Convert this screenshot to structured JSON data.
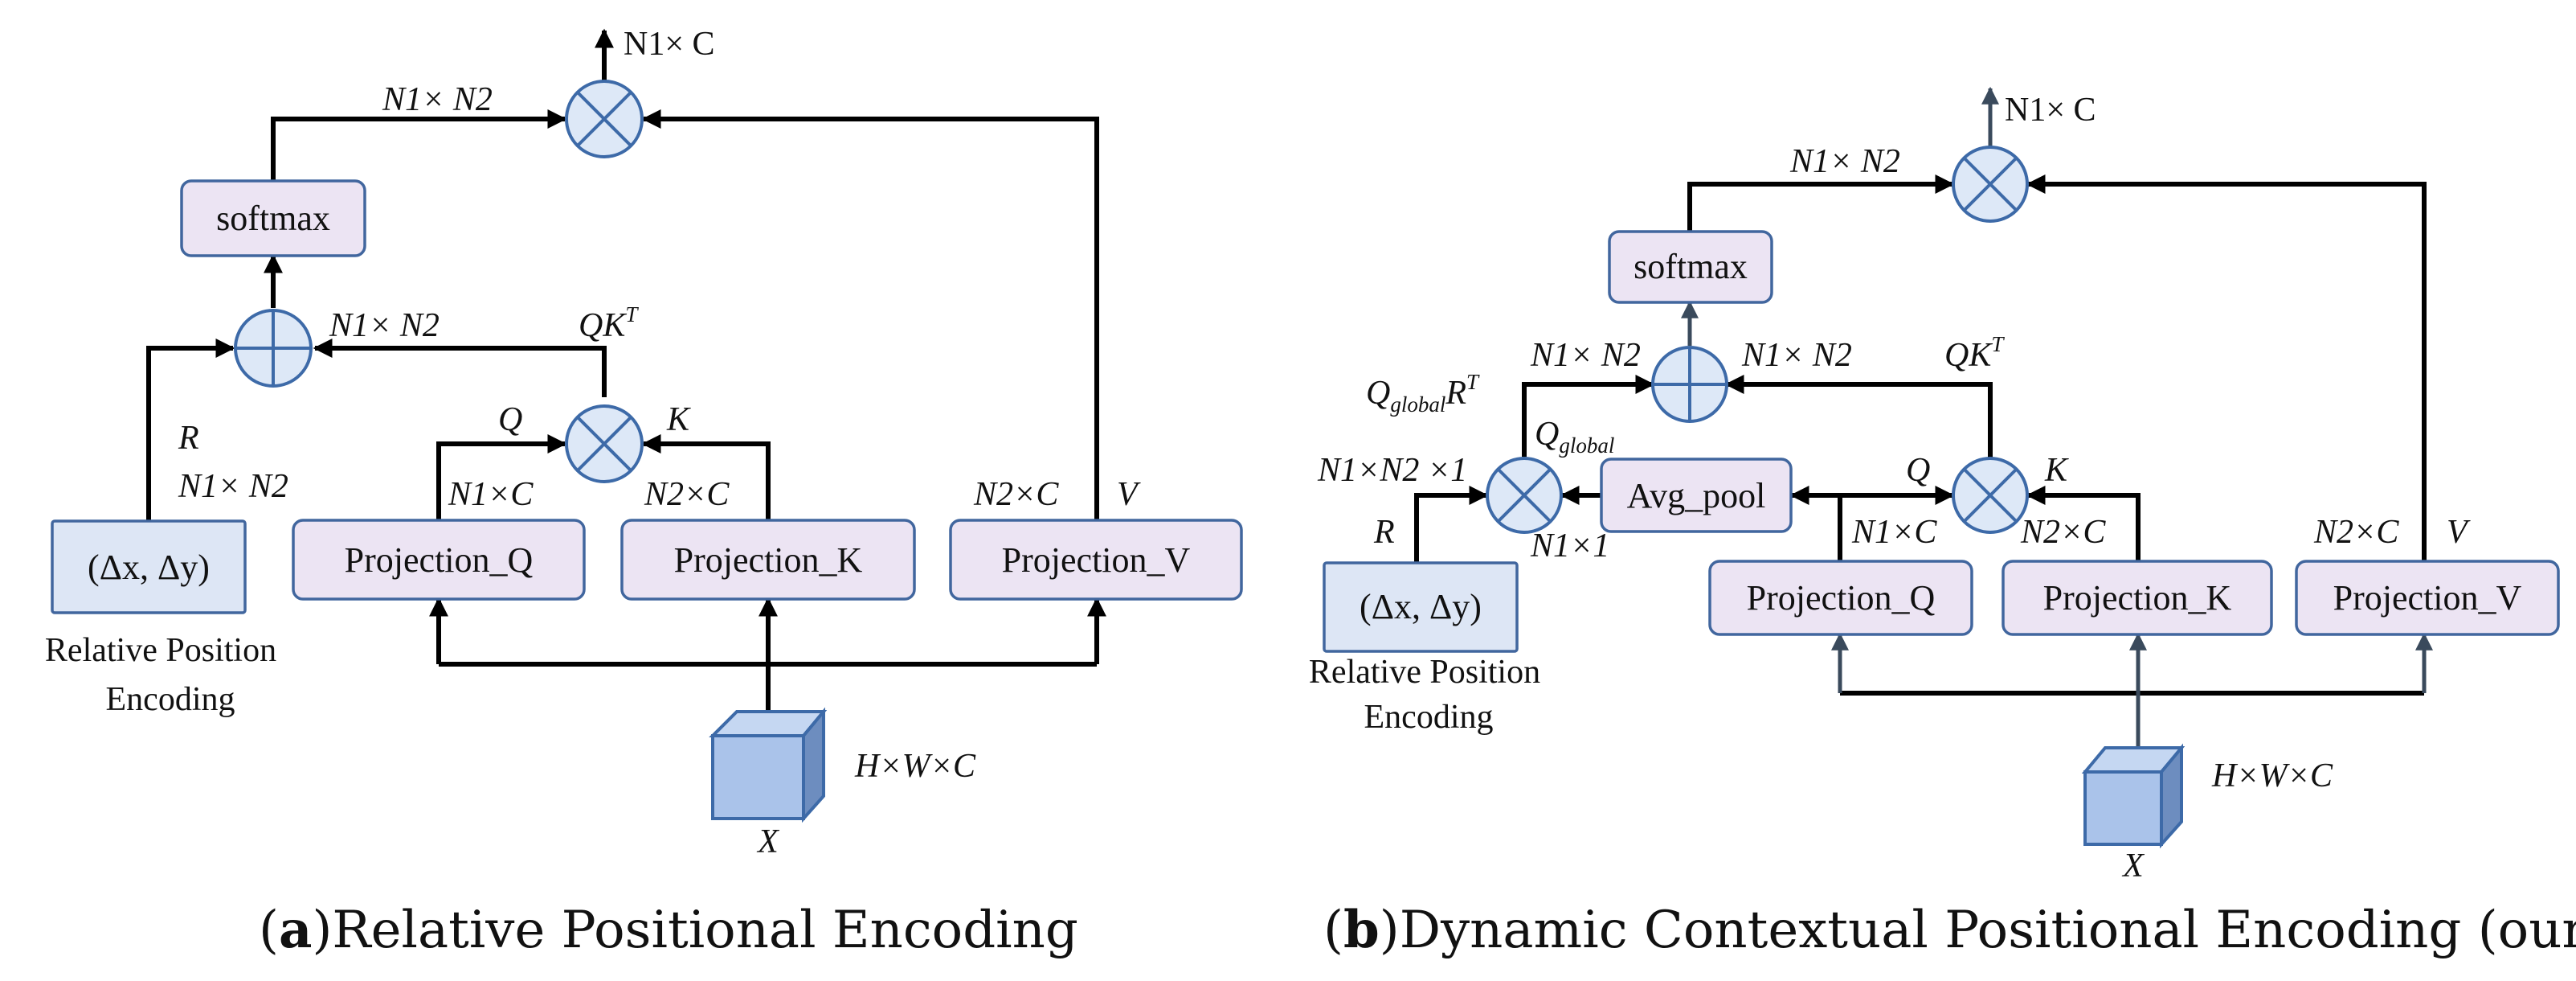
{
  "panel_a": {
    "softmax": "softmax",
    "rpe_box": "(Δx, Δy)",
    "rpe_caption_1": "Relative Position",
    "rpe_caption_2": "Encoding",
    "proj_q": "Projection_Q",
    "proj_k": "Projection_K",
    "proj_v": "Projection_V",
    "out_main": "N1× C",
    "label_n1n2_top": "N1× N2",
    "label_n1n2_plus": "N1× N2",
    "label_qkt": "QK",
    "label_qkt_sup": "T",
    "label_q": "Q",
    "label_k": "K",
    "label_r": "R",
    "label_r_dim": "N1× N2",
    "label_n1c": "N1×C",
    "label_n2c_k": "N2×C",
    "label_n2c_v": "N2×C",
    "label_v": "V",
    "label_hwc": "H×W×C",
    "label_x": "X",
    "caption_letter": "a",
    "caption_text": "Relative Positional Encoding"
  },
  "panel_b": {
    "softmax": "softmax",
    "rpe_box": "(Δx, Δy)",
    "rpe_caption_1": "Relative Position",
    "rpe_caption_2": "Encoding",
    "proj_q": "Projection_Q",
    "proj_k": "Projection_K",
    "proj_v": "Projection_V",
    "avg_pool": "Avg_pool",
    "out_main": "N1× C",
    "label_n1n2_top": "N1× N2",
    "label_n1n2_left": "N1× N2",
    "label_n1n2_right": "N1× N2",
    "label_qglobal_rt": "Q",
    "label_qglobal_rt_sub": "global",
    "label_qglobal_rt_r": "R",
    "label_qglobal_rt_sup": "T",
    "label_qglobal": "Q",
    "label_qglobal_sub": "global",
    "label_qkt": "QK",
    "label_qkt_sup": "T",
    "label_n1n2x1": "N1×N2 ×1",
    "label_r": "R",
    "label_n1x1": "N1×1",
    "label_q": "Q",
    "label_k": "K",
    "label_n1c": "N1×C",
    "label_n2c_k": "N2×C",
    "label_n2c_v": "N2×C",
    "label_v": "V",
    "label_hwc": "H×W×C",
    "label_x": "X",
    "caption_letter": "b",
    "caption_text": "Dynamic Contextual Positional Encoding (ours)"
  }
}
